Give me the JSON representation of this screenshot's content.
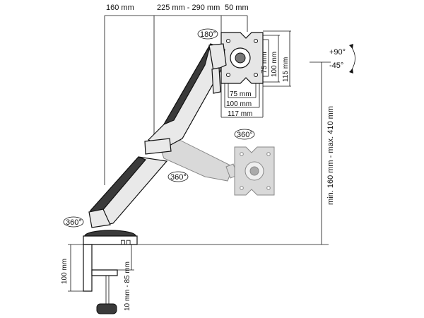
{
  "dimensions": {
    "arm_reach_1": "160 mm",
    "arm_reach_2": "225 mm - 290 mm",
    "head_offset": "50 mm",
    "vesa_75_v": "75 mm",
    "vesa_100_v": "100 mm",
    "vesa_115_v": "115 mm",
    "vesa_75_h": "75 mm",
    "vesa_100_h": "100 mm",
    "vesa_117_h": "117 mm",
    "height_range": "min. 160 mm - max. 410 mm",
    "clamp_height": "100 mm",
    "desk_thickness": "10 mm - 85 mm"
  },
  "rotations": {
    "head_rotation": "180°",
    "tilt_up": "+90°",
    "tilt_down": "-45°",
    "swivel_head": "360°",
    "swivel_joint": "360°",
    "swivel_base": "360°"
  },
  "colors": {
    "line": "#111111",
    "arm_fill": "#e9e9e9",
    "ghost_fill": "#d9d9d9",
    "dark": "#3a3a3a"
  }
}
